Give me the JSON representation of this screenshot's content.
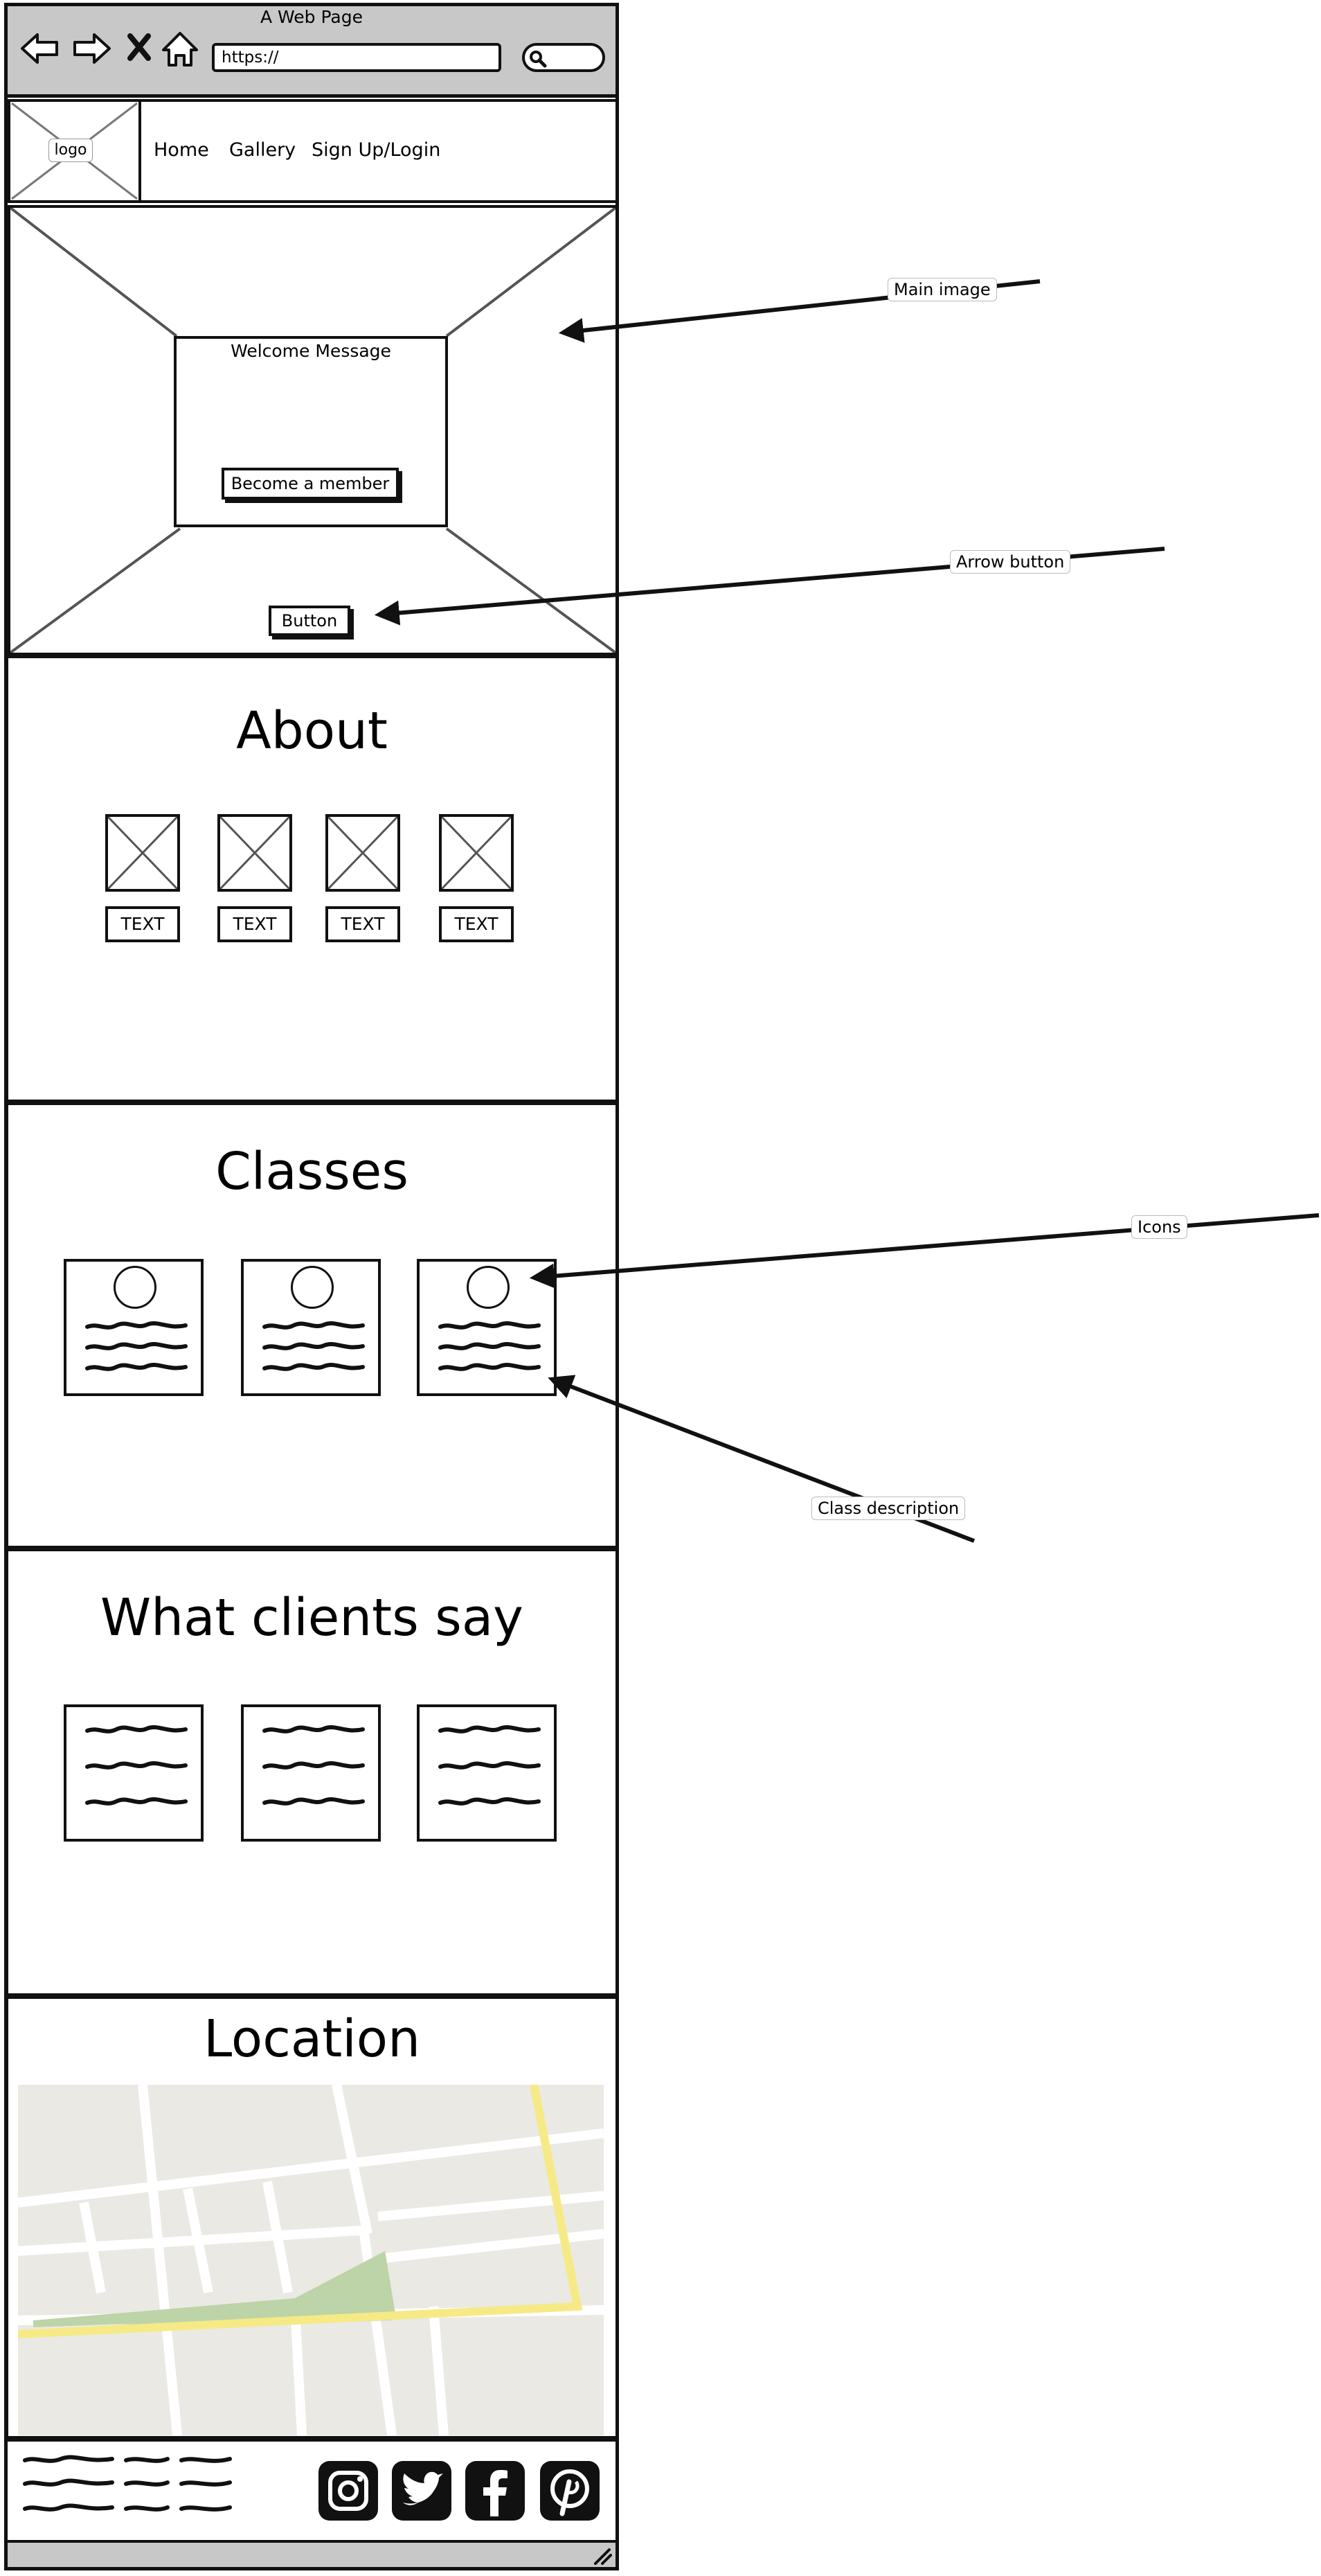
{
  "browser": {
    "title": "A Web Page",
    "url": "https://",
    "controls": [
      "back-arrow-icon",
      "forward-arrow-icon",
      "close-icon",
      "home-icon",
      "search-icon"
    ]
  },
  "nav": {
    "logo": "logo",
    "links": [
      "Home",
      "Gallery",
      "Sign Up/Login"
    ]
  },
  "hero": {
    "welcome": "Welcome Message",
    "member_button": "Become a member",
    "button": "Button"
  },
  "about": {
    "title": "About",
    "items": [
      "TEXT",
      "TEXT",
      "TEXT",
      "TEXT"
    ]
  },
  "classes": {
    "title": "Classes",
    "card_count": 3
  },
  "testimonials": {
    "title": "What clients say",
    "card_count": 3
  },
  "location": {
    "title": "Location",
    "colors": {
      "land": "#ebe9e3",
      "road": "#ffffff",
      "highway": "#f6ea86",
      "park": "#bcd4a7"
    }
  },
  "footer": {
    "social_icons": [
      "instagram-icon",
      "twitter-icon",
      "facebook-icon",
      "pinterest-icon"
    ]
  },
  "annotations": {
    "main_image": "Main image",
    "arrow_button": "Arrow button",
    "icons": "Icons",
    "class_description": "Class description"
  }
}
